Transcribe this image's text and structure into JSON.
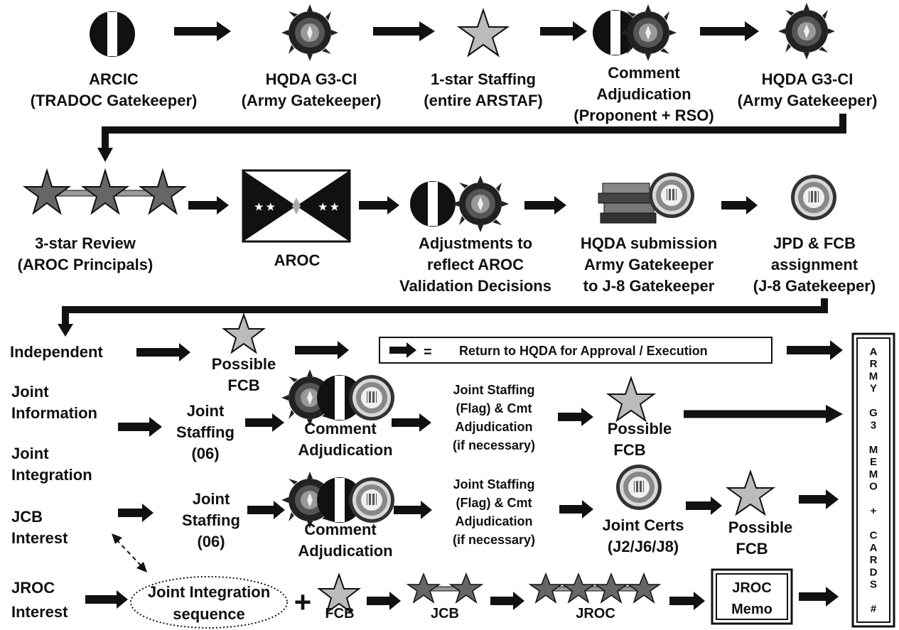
{
  "row1": {
    "arcic": [
      "ARCIC",
      "(TRADOC Gatekeeper)"
    ],
    "hqda1": [
      "HQDA G3-CI",
      "(Army Gatekeeper)"
    ],
    "onestar": [
      "1-star Staffing",
      "(entire ARSTAF)"
    ],
    "comment": [
      "Comment",
      "Adjudication",
      "(Proponent + RSO)"
    ],
    "hqda2": [
      "HQDA G3-CI",
      "(Army Gatekeeper)"
    ]
  },
  "row2": {
    "threestar": [
      "3-star Review",
      "(AROC Principals)"
    ],
    "aroc": [
      "AROC"
    ],
    "adjust": [
      "Adjustments to",
      "reflect AROC",
      "Validation Decisions"
    ],
    "submission": [
      "HQDA submission",
      "Army Gatekeeper",
      "to J-8 Gatekeeper"
    ],
    "jpd": [
      "JPD & FCB",
      "assignment",
      "(J-8 Gatekeeper)"
    ]
  },
  "row3": {
    "independent": [
      "Independent"
    ],
    "possible_fcb_a": [
      "Possible",
      "FCB"
    ],
    "legend": [
      "= ",
      "Return to HQDA for Approval / Execution"
    ],
    "joint_info": [
      "Joint",
      "Information"
    ],
    "joint_integ": [
      "Joint",
      "Integration"
    ],
    "jcb_interest": [
      "JCB",
      "Interest"
    ],
    "jroc_interest": [
      "JROC",
      "Interest"
    ],
    "joint_staffing_06": [
      "Joint",
      "Staffing",
      "(06)"
    ],
    "comment_adj": [
      "Comment",
      "Adjudication"
    ],
    "joint_staffing_flag": [
      "Joint Staffing",
      "(Flag) & Cmt",
      "Adjudication",
      "(if necessary)"
    ],
    "possible_fcb": [
      "Possible",
      "FCB"
    ],
    "joint_certs": [
      "Joint Certs",
      "(J2/J6/J8)"
    ],
    "jis": [
      "Joint Integration",
      "sequence"
    ],
    "plus": "+",
    "fcb": "FCB",
    "jcb": "JCB",
    "jroc": "JROC",
    "jroc_memo": [
      "JROC",
      "Memo"
    ],
    "army_g3": [
      "A",
      "R",
      "M",
      "Y",
      "",
      "G",
      "3",
      "",
      "M",
      "E",
      "M",
      "O",
      "",
      "+",
      "",
      "C",
      "A",
      "R",
      "D",
      "S",
      "",
      "#"
    ]
  }
}
